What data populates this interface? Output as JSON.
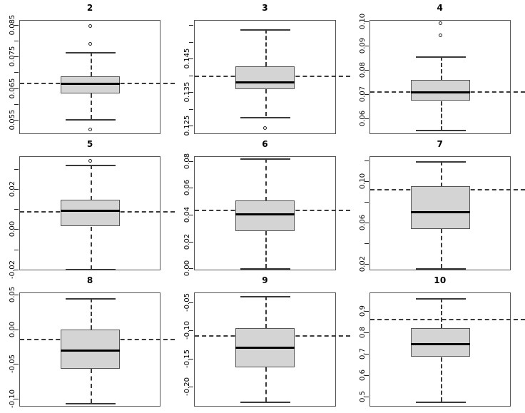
{
  "chart_data": {
    "type": "box",
    "title": "",
    "layout": {
      "rows": 3,
      "cols": 3,
      "grid": false,
      "legend": "none"
    },
    "xlabel": "",
    "ylabel": "",
    "panels": [
      {
        "title": "2",
        "ylim": [
          0.0505,
          0.0865
        ],
        "ticks": [
          0.05,
          0.055,
          0.06,
          0.065,
          0.07,
          0.075,
          0.08,
          0.085
        ],
        "tick_labels": [
          "",
          "0.055",
          "",
          "0.065",
          "",
          "0.075",
          "",
          "0.085"
        ],
        "reference_line": 0.0666,
        "box": {
          "q1": 0.0633,
          "median": 0.0665,
          "q3": 0.0687,
          "lower_whisker": 0.0553,
          "upper_whisker": 0.0763
        },
        "outliers": [
          0.0846,
          0.079,
          0.052
        ]
      },
      {
        "title": "3",
        "ylim": [
          0.1225,
          0.1565
        ],
        "ticks": [
          0.125,
          0.13,
          0.135,
          0.14,
          0.145,
          0.15,
          0.155
        ],
        "tick_labels": [
          "0.125",
          "",
          "0.135",
          "",
          "0.145",
          "",
          ""
        ],
        "reference_line": 0.14,
        "box": {
          "q1": 0.1358,
          "median": 0.1381,
          "q3": 0.1427,
          "lower_whisker": 0.1277,
          "upper_whisker": 0.1538
        },
        "outliers": [
          0.1245
        ]
      },
      {
        "title": "4",
        "ylim": [
          0.0535,
          0.1005
        ],
        "ticks": [
          0.06,
          0.07,
          0.08,
          0.09,
          0.1
        ],
        "tick_labels": [
          "0.06",
          "0.07",
          "0.08",
          "0.09",
          "0.10"
        ],
        "reference_line": 0.0712,
        "box": {
          "q1": 0.0671,
          "median": 0.0709,
          "q3": 0.0757,
          "lower_whisker": 0.0552,
          "upper_whisker": 0.0855
        },
        "outliers": [
          0.0992,
          0.0944
        ]
      },
      {
        "title": "5",
        "ylim": [
          -0.0205,
          0.0365
        ],
        "ticks": [
          -0.02,
          -0.01,
          0.0,
          0.01,
          0.02,
          0.03
        ],
        "tick_labels": [
          "-0.02",
          "",
          "0.00",
          "",
          "0.02",
          ""
        ],
        "reference_line": 0.0092,
        "box": {
          "q1": 0.0013,
          "median": 0.0093,
          "q3": 0.0146,
          "lower_whisker": -0.0199,
          "upper_whisker": 0.0323
        },
        "outliers": [
          0.0345
        ]
      },
      {
        "title": "6",
        "ylim": [
          -0.0015,
          0.0835
        ],
        "ticks": [
          0.0,
          0.02,
          0.04,
          0.06,
          0.08
        ],
        "tick_labels": [
          "0.00",
          "0.02",
          "0.04",
          "0.06",
          "0.08"
        ],
        "reference_line": 0.0435,
        "box": {
          "q1": 0.0277,
          "median": 0.0405,
          "q3": 0.0503,
          "lower_whisker": 0.0,
          "upper_whisker": 0.082
        },
        "outliers": []
      },
      {
        "title": "7",
        "ylim": [
          0.0135,
          0.1245
        ],
        "ticks": [
          0.02,
          0.04,
          0.06,
          0.08,
          0.1,
          0.12
        ],
        "tick_labels": [
          "0.02",
          "",
          "0.06",
          "",
          "0.10",
          ""
        ],
        "reference_line": 0.0925,
        "box": {
          "q1": 0.0538,
          "median": 0.0706,
          "q3": 0.0951,
          "lower_whisker": 0.0158,
          "upper_whisker": 0.1198
        },
        "outliers": []
      },
      {
        "title": "8",
        "ylim": [
          -0.1115,
          0.0535
        ],
        "ticks": [
          -0.1,
          -0.05,
          0.0,
          0.05
        ],
        "tick_labels": [
          "-0.10",
          "-0.05",
          "0.00",
          "0.05"
        ],
        "reference_line": -0.014,
        "box": {
          "q1": -0.057,
          "median": -0.0305,
          "q3": 0.0,
          "lower_whisker": -0.1065,
          "upper_whisker": 0.045
        },
        "outliers": []
      },
      {
        "title": "9",
        "ylim": [
          -0.2355,
          -0.0325
        ],
        "ticks": [
          -0.2,
          -0.15,
          -0.1,
          -0.05
        ],
        "tick_labels": [
          "-0.20",
          "-0.15",
          "-0.10",
          "-0.05"
        ],
        "reference_line": -0.1085,
        "box": {
          "q1": -0.166,
          "median": -0.13,
          "q3": -0.0965,
          "lower_whisker": -0.2265,
          "upper_whisker": -0.039
        },
        "outliers": []
      },
      {
        "title": "10",
        "ylim": [
          0.455,
          0.985
        ],
        "ticks": [
          0.5,
          0.6,
          0.7,
          0.8,
          0.9
        ],
        "tick_labels": [
          "0.5",
          "0.6",
          "0.7",
          "0.8",
          "0.9"
        ],
        "reference_line": 0.864,
        "box": {
          "q1": 0.684,
          "median": 0.746,
          "q3": 0.818,
          "lower_whisker": 0.478,
          "upper_whisker": 0.957
        },
        "outliers": []
      }
    ],
    "style": {
      "box_fill": "#d4d4d4",
      "box_border": "#555555",
      "median_color": "#000000",
      "whisker_color": "#3a3a3a",
      "reference_line_color": "#3a3a3a",
      "outlier_color": "#222222",
      "background": "#ffffff"
    }
  }
}
